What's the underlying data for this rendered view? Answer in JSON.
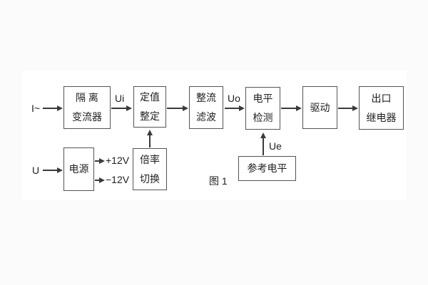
{
  "figure_caption": "图 1",
  "nodes": {
    "isolation": {
      "line1": "隔 离",
      "line2": "变流器"
    },
    "setting": {
      "line1": "定值",
      "line2": "整定"
    },
    "rectify": {
      "line1": "整流",
      "line2": "滤波"
    },
    "level": {
      "line1": "电平",
      "line2": "检测"
    },
    "drive": {
      "label": "驱动"
    },
    "output": {
      "line1": "出口",
      "line2": "继电器"
    },
    "power": {
      "label": "电源"
    },
    "ratio": {
      "line1": "倍率",
      "line2": "切换"
    },
    "reference": {
      "label": "参考电平"
    }
  },
  "signals": {
    "input_current": "I~",
    "ui": "Ui",
    "uo": "Uo",
    "ue": "Ue",
    "input_voltage": "U",
    "plus_12v": "+12V",
    "minus_12v": "−12V"
  },
  "colors": {
    "line": "#3a3a3a",
    "box_border": "#545454",
    "text": "#1f1f1f",
    "page_background": "#fbfbfb",
    "canvas_background": "#ffffff"
  }
}
